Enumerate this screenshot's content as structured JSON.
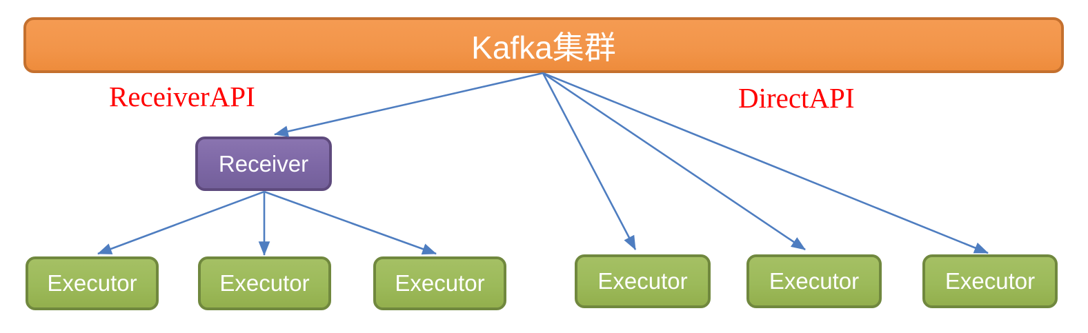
{
  "diagram": {
    "title_bar": {
      "label": "Kafka集群"
    },
    "api_labels": {
      "receiver_api": "ReceiverAPI",
      "direct_api": "DirectAPI"
    },
    "nodes": {
      "kafka": {
        "label": "Kafka集群",
        "shape": "rounded-rectangle"
      },
      "receiver": {
        "label": "Receiver",
        "shape": "rounded-rectangle"
      },
      "executors": [
        "Executor",
        "Executor",
        "Executor",
        "Executor",
        "Executor",
        "Executor"
      ]
    },
    "edges": [
      {
        "from": "kafka-cluster",
        "to": "receiver"
      },
      {
        "from": "kafka-cluster",
        "to": "executor-4"
      },
      {
        "from": "kafka-cluster",
        "to": "executor-5"
      },
      {
        "from": "kafka-cluster",
        "to": "executor-6"
      },
      {
        "from": "receiver",
        "to": "executor-1"
      },
      {
        "from": "receiver",
        "to": "executor-2"
      },
      {
        "from": "receiver",
        "to": "executor-3"
      }
    ],
    "colors": {
      "kafka_fill": "#F2954A",
      "kafka_border": "#C4702E",
      "receiver_fill": "#7D67A5",
      "receiver_border": "#5E4A7D",
      "executor_fill": "#9CBA5A",
      "executor_border": "#70883E",
      "arrow": "#4E7DC0",
      "api_label_text": "#FF0000",
      "node_text": "#FFFFFF"
    }
  }
}
